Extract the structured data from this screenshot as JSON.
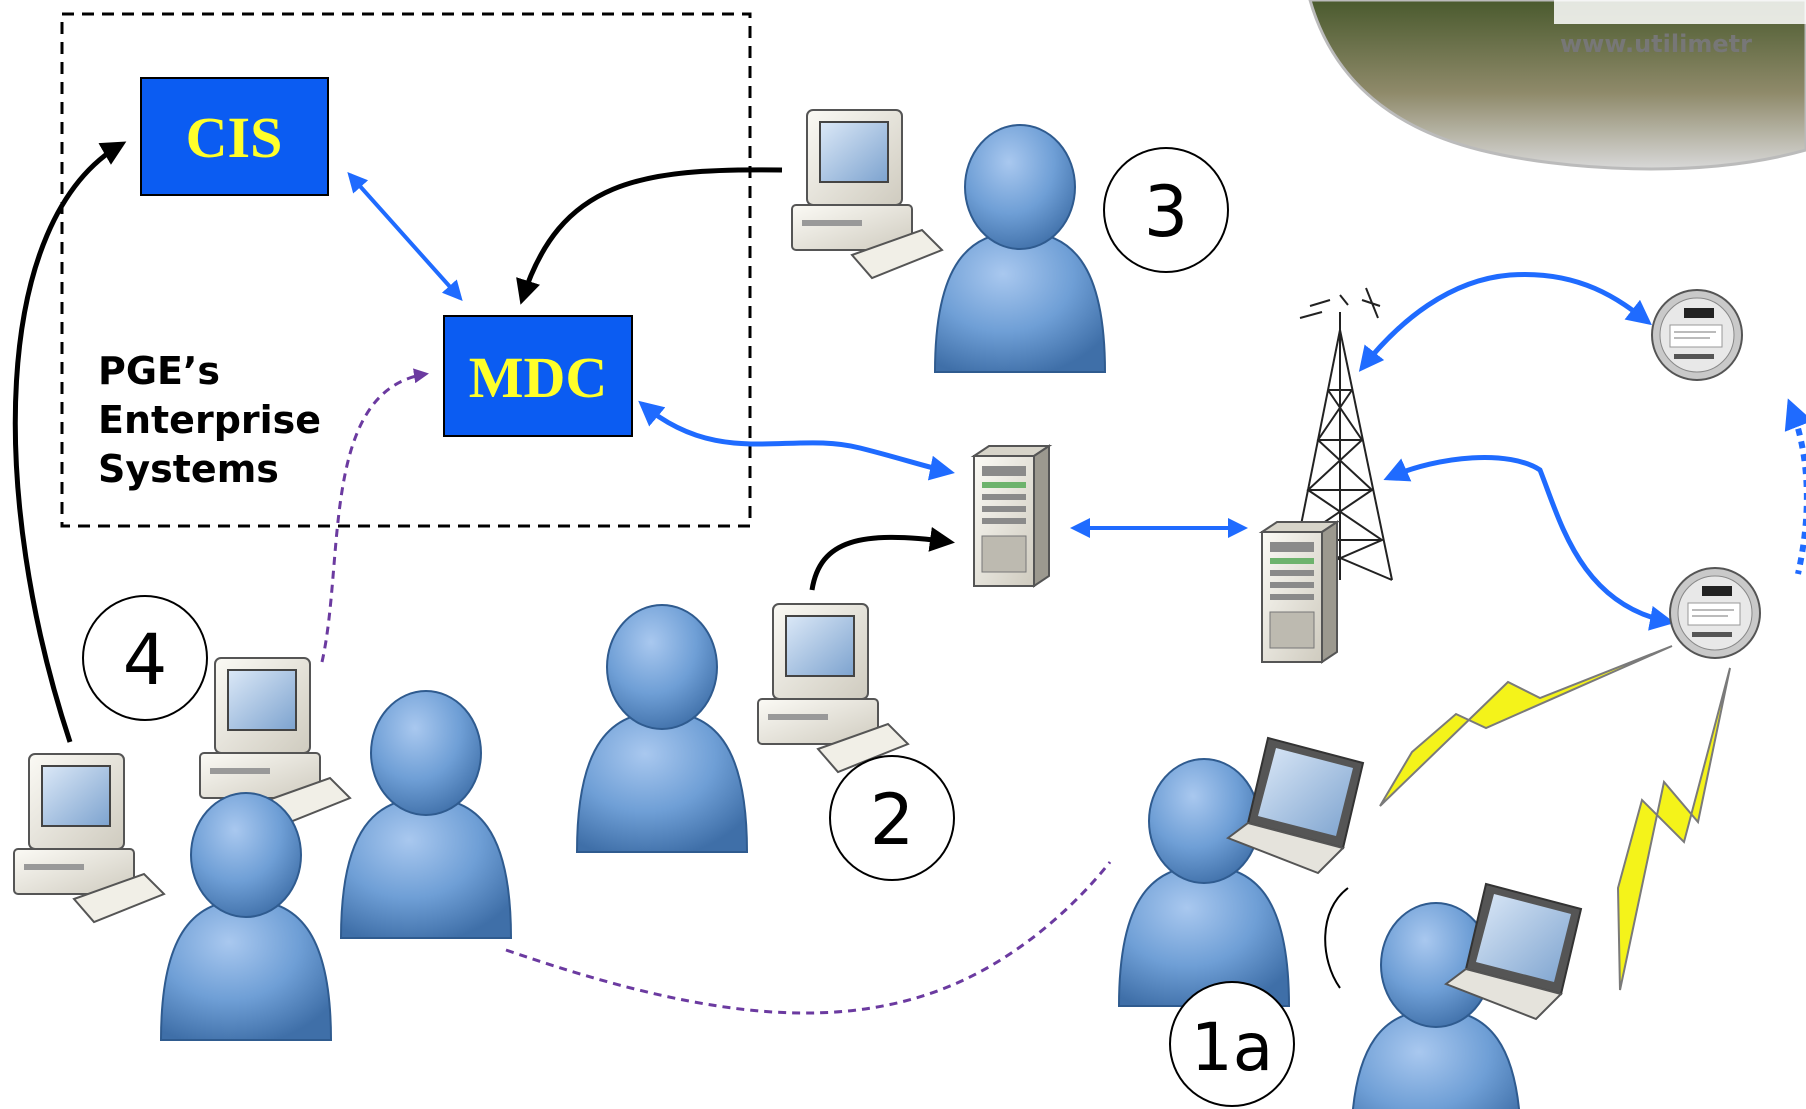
{
  "enterprise": {
    "label_lines": [
      "PGE’s",
      "Enterprise",
      "Systems"
    ]
  },
  "boxes": {
    "cis": "CIS",
    "mdc": "MDC"
  },
  "steps": [
    "1a",
    "2",
    "3",
    "4"
  ],
  "logo": {
    "url_text": "www.utilimetr"
  },
  "icons": [
    "monitor-icon",
    "user-icon",
    "laptop-icon",
    "server-icon",
    "radio-tower-icon",
    "electric-meter-icon",
    "lightning-icon"
  ],
  "colors": {
    "box_fill": "#0b5cf2",
    "box_text": "#ffff2a",
    "link_blue": "#1f6bff",
    "link_black": "#000000",
    "link_purple": "#6b3aa0",
    "person": "#6f9fd6",
    "lightning": "#f4f31a"
  }
}
